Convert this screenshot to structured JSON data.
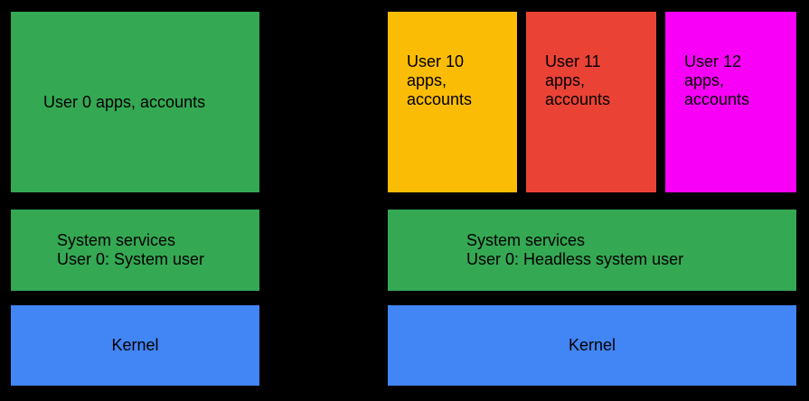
{
  "colors": {
    "background": "#000000",
    "green": "#34A853",
    "yellow": "#FBBC05",
    "red": "#EA4335",
    "magenta": "#F800F8",
    "blue": "#4285F4",
    "text": "#000000"
  },
  "diagram": {
    "left_stack": {
      "apps": {
        "label": "User 0 apps, accounts",
        "color": "#34A853"
      },
      "services": {
        "text": "System services\nUser 0: System user",
        "color": "#34A853"
      },
      "kernel": {
        "label": "Kernel",
        "color": "#4285F4"
      }
    },
    "right_stack": {
      "users": [
        {
          "name": "user-10",
          "text": "User 10\napps,\naccounts",
          "color": "#FBBC05"
        },
        {
          "name": "user-11",
          "text": "User 11\napps,\naccounts",
          "color": "#EA4335"
        },
        {
          "name": "user-12",
          "text": "User 12\napps,\naccounts",
          "color": "#F800F8"
        }
      ],
      "services": {
        "text": "System services\nUser 0: Headless system user",
        "color": "#34A853"
      },
      "kernel": {
        "label": "Kernel",
        "color": "#4285F4"
      }
    }
  }
}
